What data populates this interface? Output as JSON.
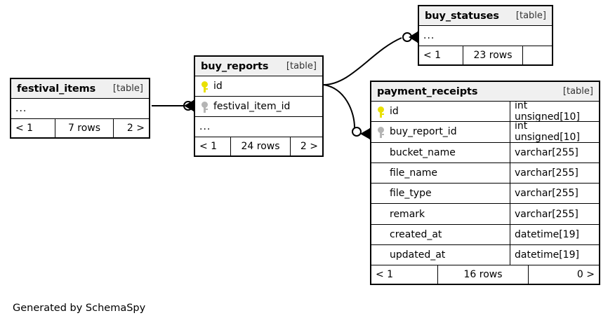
{
  "diagram": {
    "generator_text": "Generated by SchemaSpy",
    "table_type_label": "[table]",
    "ellipsis": "...",
    "colors": {
      "primary_key": "#e9e000",
      "foreign_key": "#b5b5b5",
      "header_bg": "#f0f0f0",
      "border": "#000000",
      "background": "#ffffff"
    }
  },
  "tables": {
    "festival_items": {
      "name": "festival_items",
      "type": "[table]",
      "rows": [
        {
          "key": "none",
          "name": "...",
          "type": ""
        }
      ],
      "footer": {
        "left": "< 1",
        "middle": "7 rows",
        "right": "2 >"
      }
    },
    "buy_reports": {
      "name": "buy_reports",
      "type": "[table]",
      "rows": [
        {
          "key": "pk",
          "name": "id",
          "type": ""
        },
        {
          "key": "fk",
          "name": "festival_item_id",
          "type": ""
        },
        {
          "key": "none",
          "name": "...",
          "type": ""
        }
      ],
      "footer": {
        "left": "< 1",
        "middle": "24 rows",
        "right": "2 >"
      }
    },
    "buy_statuses": {
      "name": "buy_statuses",
      "type": "[table]",
      "rows": [
        {
          "key": "none",
          "name": "...",
          "type": ""
        }
      ],
      "footer": {
        "left": "< 1",
        "middle": "23 rows",
        "right": ""
      }
    },
    "payment_receipts": {
      "name": "payment_receipts",
      "type": "[table]",
      "rows": [
        {
          "key": "pk",
          "name": "id",
          "type": "int unsigned[10]"
        },
        {
          "key": "fk",
          "name": "buy_report_id",
          "type": "int unsigned[10]"
        },
        {
          "key": "none",
          "name": "bucket_name",
          "type": "varchar[255]"
        },
        {
          "key": "none",
          "name": "file_name",
          "type": "varchar[255]"
        },
        {
          "key": "none",
          "name": "file_type",
          "type": "varchar[255]"
        },
        {
          "key": "none",
          "name": "remark",
          "type": "varchar[255]"
        },
        {
          "key": "none",
          "name": "created_at",
          "type": "datetime[19]"
        },
        {
          "key": "none",
          "name": "updated_at",
          "type": "datetime[19]"
        }
      ],
      "footer": {
        "left": "< 1",
        "middle": "16 rows",
        "right": "0 >"
      }
    }
  },
  "relationships": [
    {
      "from": "festival_items",
      "to": "buy_reports.festival_item_id"
    },
    {
      "from": "buy_reports.id",
      "to": "buy_statuses"
    },
    {
      "from": "buy_reports.id",
      "to": "payment_receipts.buy_report_id"
    }
  ]
}
